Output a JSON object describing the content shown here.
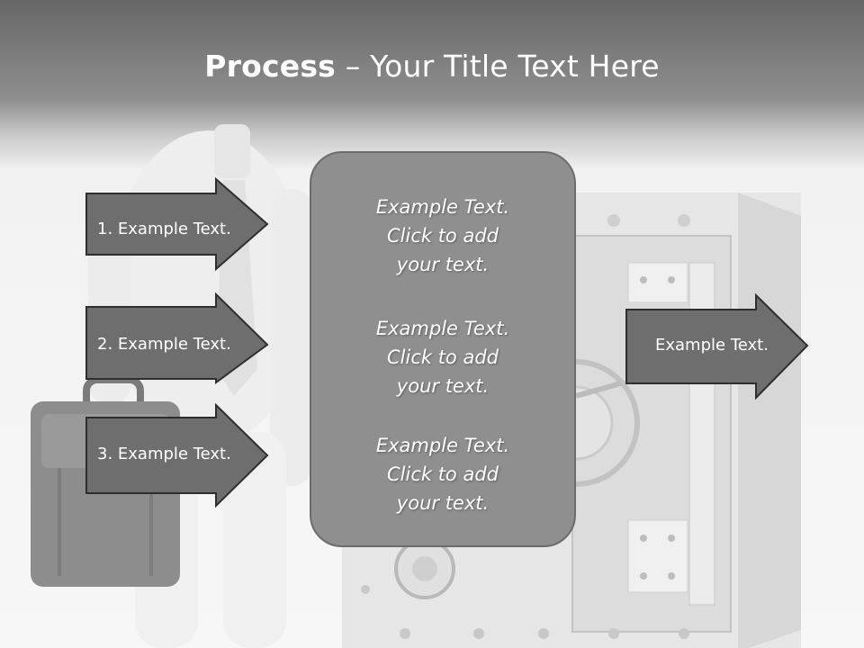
{
  "title": {
    "bold": "Process",
    "rest": " – Your Title Text Here"
  },
  "left_arrows": [
    {
      "label": "1. Example Text."
    },
    {
      "label": "2. Example Text."
    },
    {
      "label": "3. Example Text."
    }
  ],
  "center_box": {
    "paragraphs": [
      {
        "line1": "Example Text.",
        "line2": "Click  to add",
        "line3": "your text."
      },
      {
        "line1": "Example Text.",
        "line2": "Click  to add",
        "line3": "your text."
      },
      {
        "line1": "Example Text.",
        "line2": "Click  to add",
        "line3": "your text."
      }
    ]
  },
  "right_arrow": {
    "label": "Example Text."
  },
  "colors": {
    "arrow_fill": "#6e6e6e",
    "arrow_border": "#2e2e2e",
    "box_fill": "#8f8f8f"
  }
}
